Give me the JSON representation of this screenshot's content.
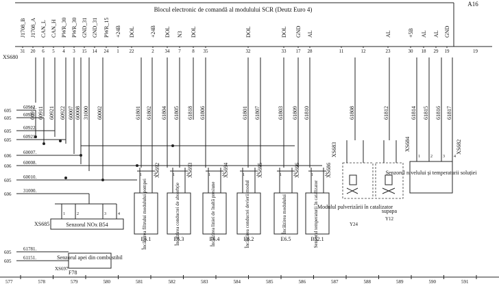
{
  "header": {
    "title": "Blocul electronic de comandă al modulului SCR (Deutz Euro 4)",
    "code": "A16",
    "connector": "XS680"
  },
  "pins": [
    {
      "label": "J1708_B",
      "num": "31"
    },
    {
      "label": "J1708_A",
      "num": "20"
    },
    {
      "label": "CAN_L",
      "num": "6"
    },
    {
      "label": "CAN_H",
      "num": "5"
    },
    {
      "label": "PWR_30",
      "num": "4"
    },
    {
      "label": "PWR_30",
      "num": "3"
    },
    {
      "label": "GND_31",
      "num": "15"
    },
    {
      "label": "GND_31",
      "num": "14"
    },
    {
      "label": "PWR_15",
      "num": "24"
    },
    {
      "label": "+24B",
      "num": "1"
    },
    {
      "label": "DOL",
      "num": "22"
    },
    {
      "label": "+24B",
      "num": "2"
    },
    {
      "label": "DOL",
      "num": "34"
    },
    {
      "label": "N3",
      "num": "7"
    },
    {
      "label": "DOL",
      "num": "8"
    },
    {
      "label": "",
      "num": "35"
    },
    {
      "label": "DOL",
      "num": "32"
    },
    {
      "label": "DOL",
      "num": "33"
    },
    {
      "label": "GND",
      "num": "17"
    },
    {
      "label": "AL",
      "num": "28"
    },
    {
      "label": "",
      "num": "11"
    },
    {
      "label": "",
      "num": "12"
    },
    {
      "label": "AL",
      "num": "23"
    },
    {
      "label": "+5B",
      "num": "30"
    },
    {
      "label": "AL",
      "num": "18"
    },
    {
      "label": "AL",
      "num": "29"
    },
    {
      "label": "GND",
      "num": "19"
    }
  ],
  "wires": [
    "60912",
    "60911",
    "60921",
    "60922",
    "60007",
    "60008",
    "31000",
    "60002",
    "61801",
    "61802",
    "61804",
    "61805",
    "61818",
    "61806",
    "61801",
    "61807",
    "61803",
    "61809",
    "61810",
    "61808",
    "61812",
    "61814",
    "61815",
    "61816",
    "61817"
  ],
  "left_refs": [
    {
      "sheet": "605",
      "wire": "60912"
    },
    {
      "sheet": "605",
      "wire": "60911"
    },
    {
      "sheet": "605",
      "wire": "60922"
    },
    {
      "sheet": "605",
      "wire": "60921"
    },
    {
      "sheet": "606",
      "wire": "60007"
    },
    {
      "sheet": "606",
      "wire": "60008"
    },
    {
      "sheet": "605",
      "wire": "60010"
    },
    {
      "sheet": "606",
      "wire": "31000"
    },
    {
      "sheet": "605",
      "wire": "61781"
    },
    {
      "sheet": "605",
      "wire": "61151"
    }
  ],
  "connectors": [
    "XS692",
    "XS693",
    "XS694",
    "XS695",
    "XS696",
    "XS686",
    "XS683",
    "XS684",
    "XS682",
    "XS685",
    "XS697"
  ],
  "components": [
    {
      "text": "Senzorul NOx B54"
    },
    {
      "text": "Încălzirea filtrului modulului pompei",
      "ref": "E6.1"
    },
    {
      "text": "Încălzirea conductei de absorbție",
      "ref": "E6.3"
    },
    {
      "text": "Încălzirea liniei de înaltă presiune",
      "ref": "E6.4"
    },
    {
      "text": "Încălzirea conductei devierii modul",
      "ref": "E6.2"
    },
    {
      "text": "Încălzirea modulului",
      "ref": "E6.5"
    },
    {
      "text": "Senzorul temperaturii în catalizator",
      "ref": "B52.1"
    },
    {
      "text": "Modulul pulverizării în catalizator",
      "ref": "Y24"
    },
    {
      "text": "supapa",
      "ref": "Y12"
    },
    {
      "text": "Senzorul nivelului și temperaturii soluției"
    },
    {
      "text": "Senzorul apei din combustibil",
      "ref": "F78"
    }
  ],
  "footer": [
    "577",
    "578",
    "579",
    "580",
    "581",
    "582",
    "583",
    "584",
    "585",
    "586",
    "587",
    "588",
    "589",
    "590",
    "591"
  ]
}
